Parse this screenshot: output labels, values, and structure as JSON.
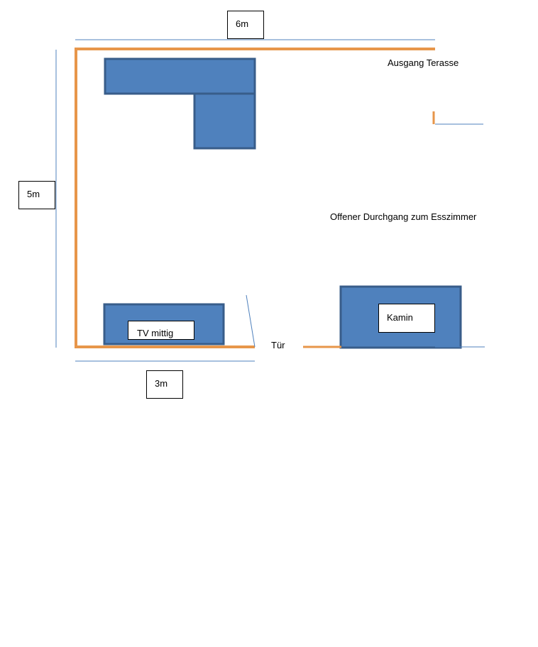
{
  "labels": {
    "width_top": "6m",
    "height_left": "5m",
    "width_bottom": "3m",
    "terrace_exit": "Ausgang Terasse",
    "open_passage": "Offener Durchgang zum Esszimmer",
    "door": "Tür",
    "tv": "TV mittig",
    "fireplace": "Kamin"
  },
  "colors": {
    "wall": "#E7964A",
    "furniture_fill": "#4F81BD",
    "furniture_border": "#385D8A",
    "dimension_line": "#4F81BD",
    "label_border": "#000000"
  }
}
